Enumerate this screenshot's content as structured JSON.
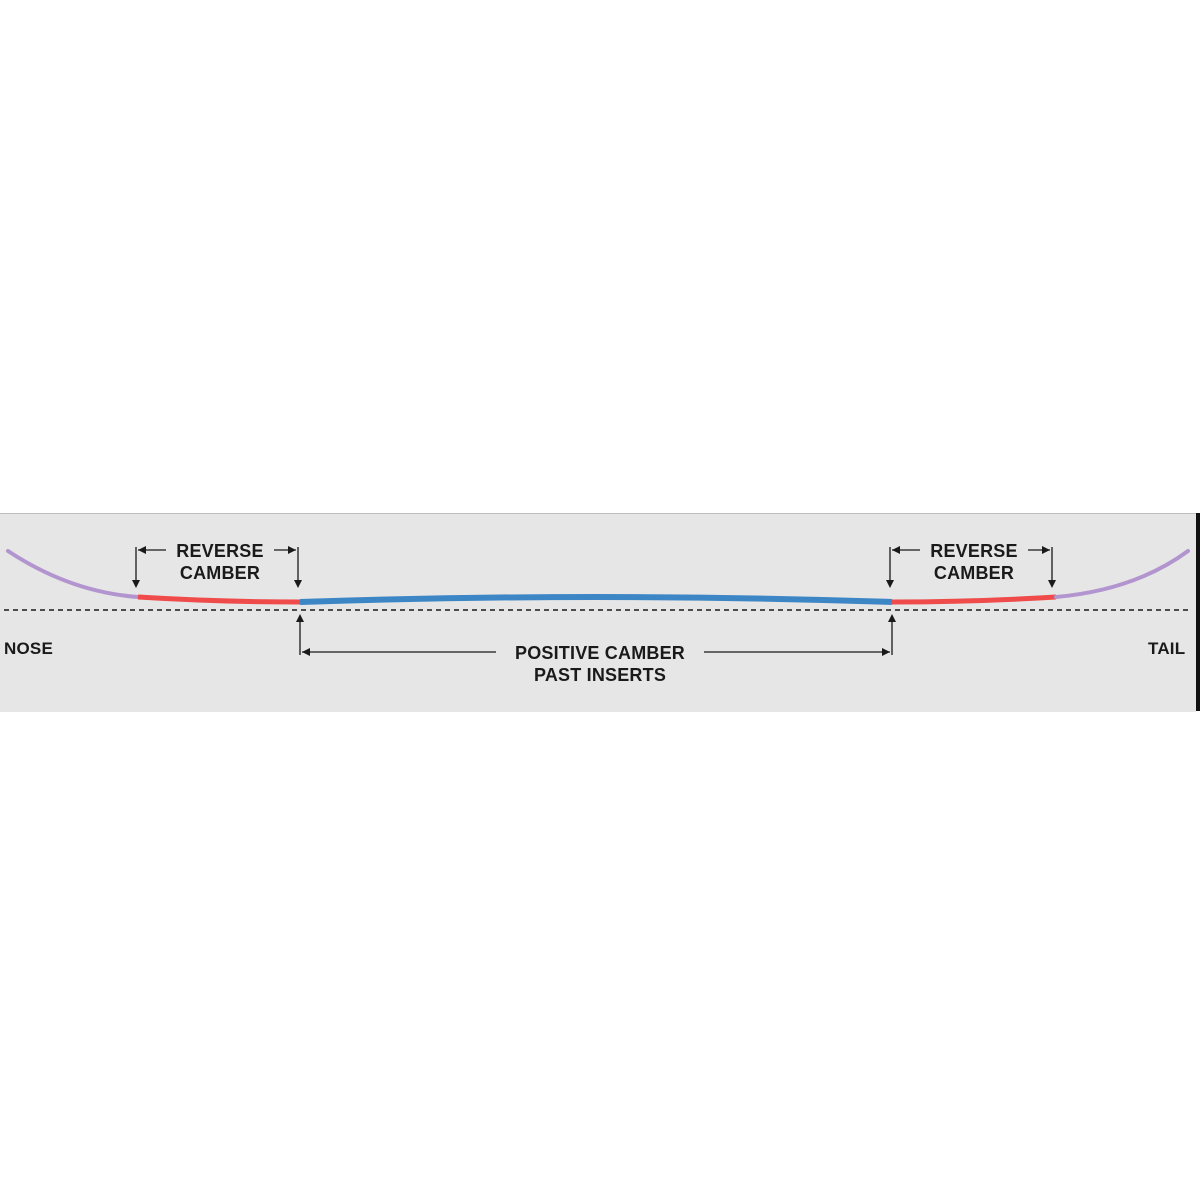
{
  "colors": {
    "rocker": "#ef4b4b",
    "camber": "#3d86c6",
    "tip": "#b295cf",
    "ink": "#1a1a1a",
    "panel": "#e6e6e6"
  },
  "labels": {
    "nose": "NOSE",
    "tail": "TAIL",
    "reverse_left": [
      "REVERSE",
      "CAMBER"
    ],
    "reverse_right": [
      "REVERSE",
      "CAMBER"
    ],
    "positive": [
      "POSITIVE CAMBER",
      "PAST INSERTS"
    ]
  }
}
